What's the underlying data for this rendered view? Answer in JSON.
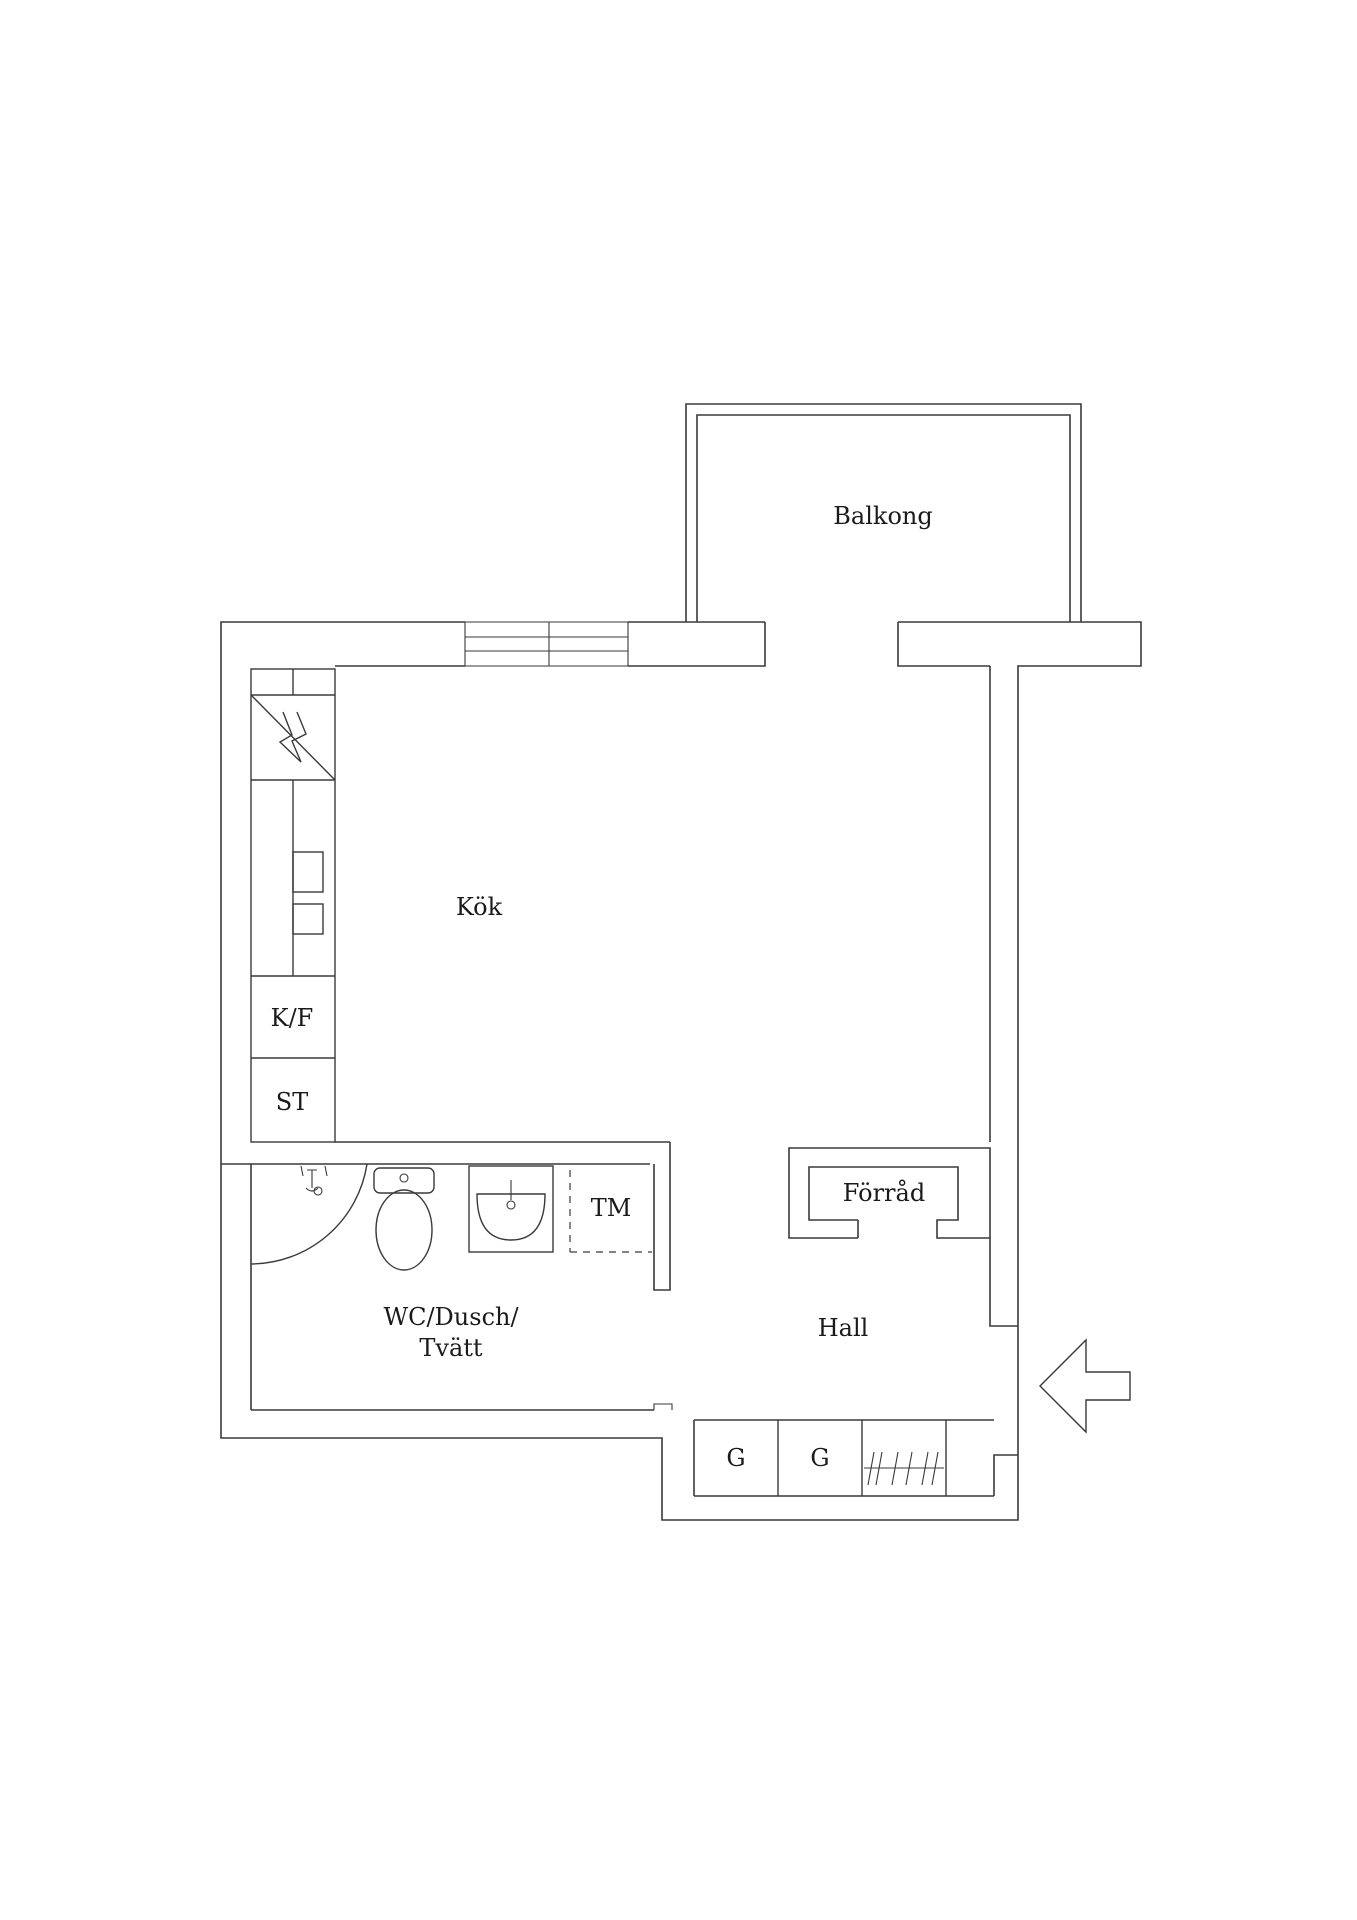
{
  "rooms": {
    "balcony": "Balkong",
    "kitchen": "Kök",
    "fridge_freezer": "K/F",
    "storage_cabinet": "ST",
    "tumble_dryer": "TM",
    "storage_room": "Förråd",
    "bathroom_line1": "WC/Dusch/",
    "bathroom_line2": "Tvätt",
    "hall": "Hall",
    "wardrobe_1": "G",
    "wardrobe_2": "G"
  },
  "icons": {
    "entrance": "entrance-arrow-icon",
    "stove": "stove-icon",
    "toilet": "toilet-icon",
    "sink": "sink-icon",
    "shower": "shower-icon"
  },
  "colors": {
    "line": "#3a3a3a",
    "text": "#1a1a1a",
    "background": "#ffffff"
  }
}
